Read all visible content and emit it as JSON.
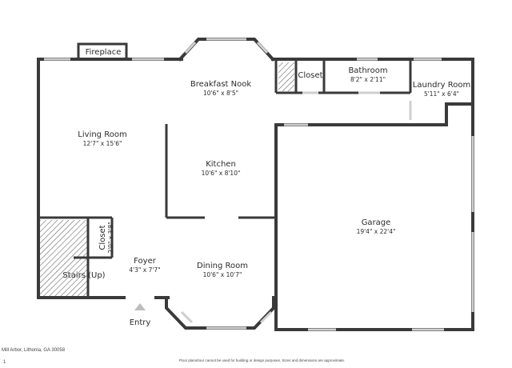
{
  "rooms": {
    "fireplace": {
      "name": "Fireplace"
    },
    "breakfast_nook": {
      "name": "Breakfast Nook",
      "dims": "10'6\" x 8'5\""
    },
    "closet_top": {
      "name": "Closet"
    },
    "bathroom": {
      "name": "Bathroom",
      "dims": "8'2\" x 2'11\""
    },
    "laundry_room": {
      "name": "Laundry Room",
      "dims": "5'11\" x 6'4\""
    },
    "living_room": {
      "name": "Living Room",
      "dims": "12'7\" x 15'6\""
    },
    "kitchen": {
      "name": "Kitchen",
      "dims": "10'6\" x 8'10\""
    },
    "garage": {
      "name": "Garage",
      "dims": "19'4\" x 22'4\""
    },
    "closet_side": {
      "name": "Closet",
      "dims": "2'0\" x 3'8\""
    },
    "foyer": {
      "name": "Foyer",
      "dims": "4'3\" x 7'7\""
    },
    "stairs": {
      "name": "Stairs (Up)"
    },
    "dining_room": {
      "name": "Dining Room",
      "dims": "10'6\" x 10'7\""
    },
    "entry": {
      "name": "Entry"
    }
  },
  "footer": {
    "address": "Mill Arbor, Lithonia, GA 30058",
    "page": "1",
    "disclaimer": "Floor plans/tour cannot be used for building or design purposes. Sizes and dimensions are approximate."
  },
  "colors": {
    "wall": "#3a3a3a",
    "window": "#bdbdbd",
    "hatch": "#555555"
  },
  "icons": {
    "entry_marker": "entry-arrow-icon"
  }
}
